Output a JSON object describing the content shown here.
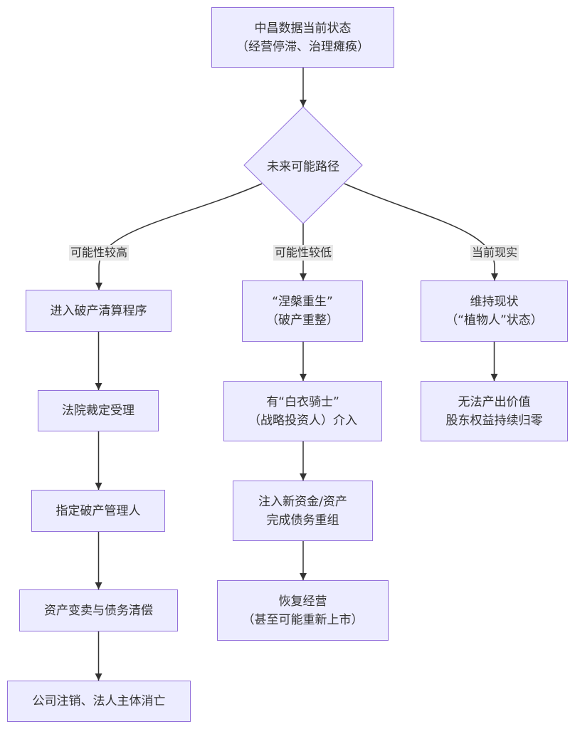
{
  "colors": {
    "node_fill": "#ECECFF",
    "node_stroke": "#9370DB",
    "edge": "#333333",
    "label_background": "#E8E8E8",
    "text": "#333333"
  },
  "diagram": {
    "start": {
      "lines": [
        "中昌数据当前状态",
        "（经营停滞、治理瘫痪）"
      ]
    },
    "decision": {
      "label": "未来可能路径"
    },
    "branches": [
      {
        "edge_label": "可能性较高",
        "steps": [
          {
            "lines": [
              "进入破产清算程序"
            ]
          },
          {
            "lines": [
              "法院裁定受理"
            ]
          },
          {
            "lines": [
              "指定破产管理人"
            ]
          },
          {
            "lines": [
              "资产变卖与债务清偿"
            ]
          },
          {
            "lines": [
              "公司注销、法人主体消亡"
            ]
          }
        ]
      },
      {
        "edge_label": "可能性较低",
        "steps": [
          {
            "lines": [
              "“涅槃重生”",
              "（破产重整）"
            ]
          },
          {
            "lines": [
              "有“白衣骑士”",
              "（战略投资人）介入"
            ]
          },
          {
            "lines": [
              "注入新资金/资产",
              "完成债务重组"
            ]
          },
          {
            "lines": [
              "恢复经营",
              "（甚至可能重新上市）"
            ]
          }
        ]
      },
      {
        "edge_label": "当前现实",
        "steps": [
          {
            "lines": [
              "维持现状",
              "（“植物人”状态）"
            ]
          },
          {
            "lines": [
              "无法产出价值",
              "股东权益持续归零"
            ]
          }
        ]
      }
    ]
  }
}
